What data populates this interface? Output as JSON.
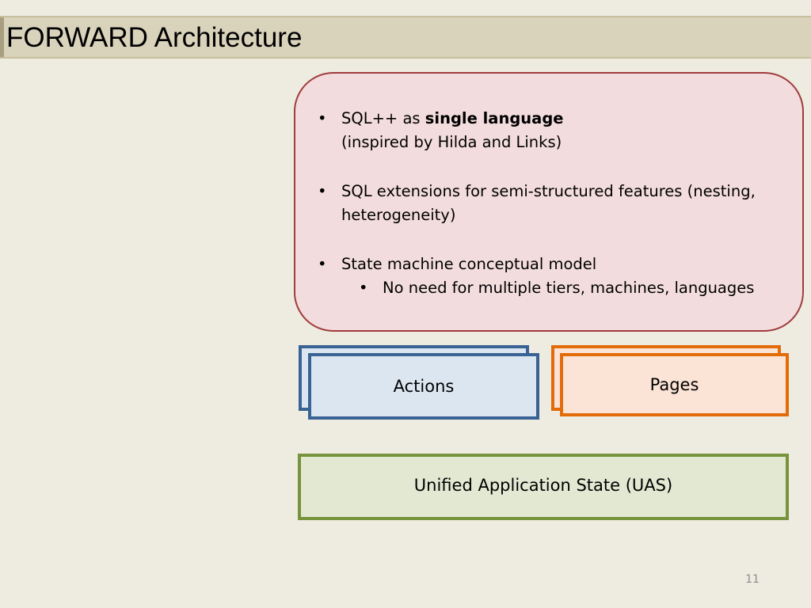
{
  "slide": {
    "title": "FORWARD Architecture",
    "page_number": "11"
  },
  "callout": {
    "bullet_symbol": "•",
    "items": [
      {
        "text_plain": "SQL++ as ",
        "text_bold": "single language",
        "line2": "(inspired by Hilda and Links)"
      },
      {
        "line1": "SQL extensions for semi-structured features (nesting,",
        "line2": "heterogeneity)"
      },
      {
        "line1": "State machine conceptual model"
      }
    ],
    "sub_items": [
      {
        "text": "No need for multiple tiers, machines, languages"
      }
    ]
  },
  "diagram": {
    "actions_label": "Actions",
    "pages_label": "Pages",
    "uas_label": "Unified Application State (UAS)"
  },
  "colors": {
    "background": "#EEEBE0",
    "title_bar": "#D9D3BC",
    "callout_fill": "#F3DCDD",
    "callout_border": "#A03C3C",
    "actions_border": "#3A6395",
    "pages_border": "#E36C0A",
    "uas_border": "#77933C"
  }
}
